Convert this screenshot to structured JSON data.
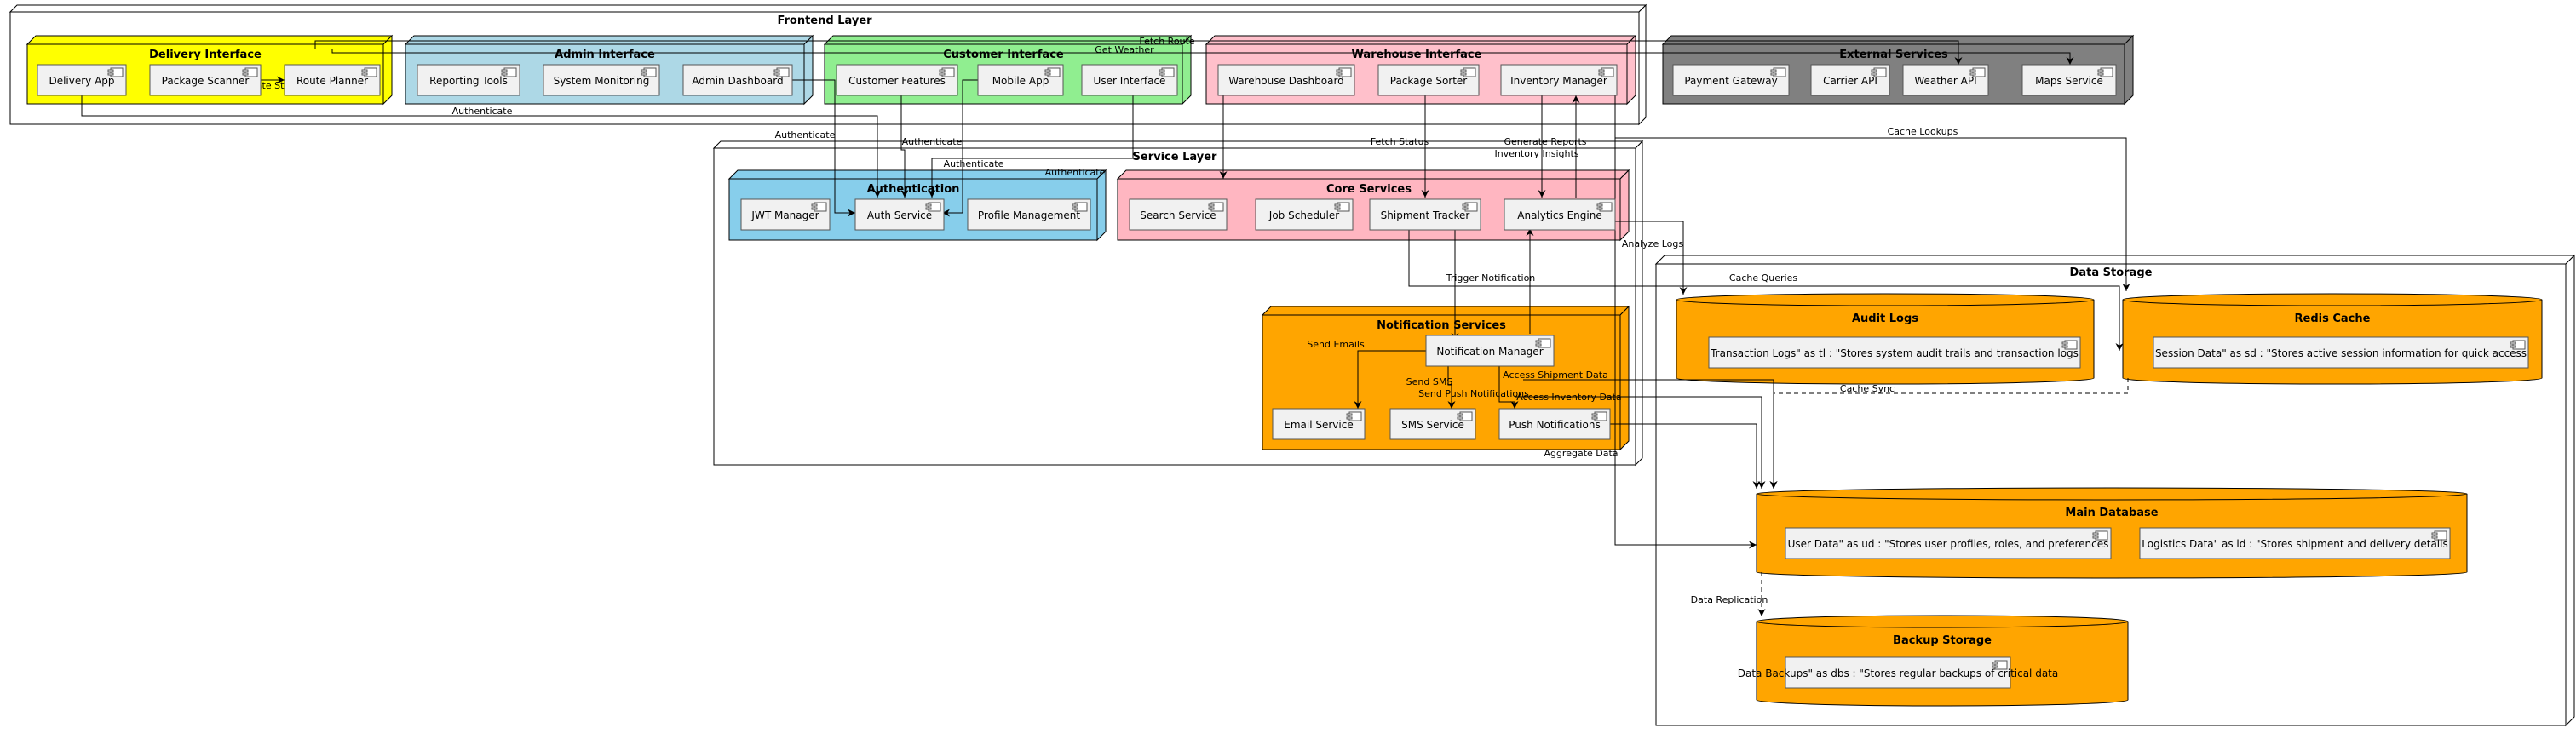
{
  "colors": {
    "layer": "#ffffff",
    "delivery": "#ffff00",
    "admin": "#add8e6",
    "customer": "#90ee90",
    "warehouse": "#ffc0cb",
    "external": "#808080",
    "auth": "#87ceeb",
    "core": "#ffb6c1",
    "notification": "#ffa500",
    "storage": "#ffa500",
    "component": "#f1f1f1",
    "line": "#000000"
  },
  "layers": {
    "frontend": {
      "title": "Frontend Layer"
    },
    "service": {
      "title": "Service Layer"
    },
    "storage": {
      "title": "Data Storage"
    }
  },
  "packages": {
    "delivery": {
      "title": "Delivery Interface",
      "components": [
        "Delivery App",
        "Package Scanner",
        "Route Planner"
      ]
    },
    "admin": {
      "title": "Admin Interface",
      "components": [
        "Reporting Tools",
        "System Monitoring",
        "Admin Dashboard"
      ]
    },
    "customer": {
      "title": "Customer Interface",
      "components": [
        "Customer Features",
        "Mobile App",
        "User Interface"
      ]
    },
    "warehouse": {
      "title": "Warehouse Interface",
      "components": [
        "Warehouse Dashboard",
        "Package Sorter",
        "Inventory Manager"
      ]
    },
    "external": {
      "title": "External Services",
      "components": [
        "Payment Gateway",
        "Carrier API",
        "Weather API",
        "Maps Service"
      ]
    },
    "auth": {
      "title": "Authentication",
      "components": [
        "JWT Manager",
        "Auth Service",
        "Profile Management"
      ]
    },
    "core": {
      "title": "Core Services",
      "components": [
        "Search Service",
        "Job Scheduler",
        "Shipment Tracker",
        "Analytics Engine"
      ]
    },
    "notification": {
      "title": "Notification Services",
      "components": [
        "Notification Manager",
        "Email Service",
        "SMS Service",
        "Push Notifications"
      ]
    }
  },
  "databases": {
    "audit": {
      "title": "Audit Logs",
      "components": [
        "Transaction Logs\" as tl : \"Stores system audit trails and transaction logs"
      ]
    },
    "redis": {
      "title": "Redis Cache",
      "components": [
        "Session Data\" as sd : \"Stores active session information for quick access"
      ]
    },
    "main": {
      "title": "Main Database",
      "components": [
        "User Data\" as ud : \"Stores user profiles, roles, and preferences",
        "Logistics Data\" as ld : \"Stores shipment and delivery details"
      ]
    },
    "backup": {
      "title": "Backup Storage",
      "components": [
        "Data Backups\" as dbs : \"Stores regular backups of critical data"
      ]
    }
  },
  "edges": {
    "fetch_route": "Fetch Route",
    "get_weather": "Get Weather",
    "update_status": "Update Status",
    "authenticate_1": "Authenticate",
    "authenticate_2": "Authenticate",
    "authenticate_3": "Authenticate",
    "authenticate_4": "Authenticate",
    "authenticate_5": "Authenticate",
    "cache_lookups": "Cache Lookups",
    "fetch_status": "Fetch Status",
    "generate_reports": "Generate Reports",
    "inventory_insights": "Inventory Insights",
    "analyze_logs": "Analyze Logs",
    "trigger_notification": "Trigger Notification",
    "cache_queries": "Cache Queries",
    "send_emails": "Send Emails",
    "send_sms": "Send SMS",
    "send_push": "Send Push Notifications",
    "access_shipment": "Access Shipment Data",
    "access_inventory": "Access Inventory Data",
    "cache_sync": "Cache Sync",
    "aggregate_data": "Aggregate Data",
    "data_replication": "Data Replication"
  }
}
